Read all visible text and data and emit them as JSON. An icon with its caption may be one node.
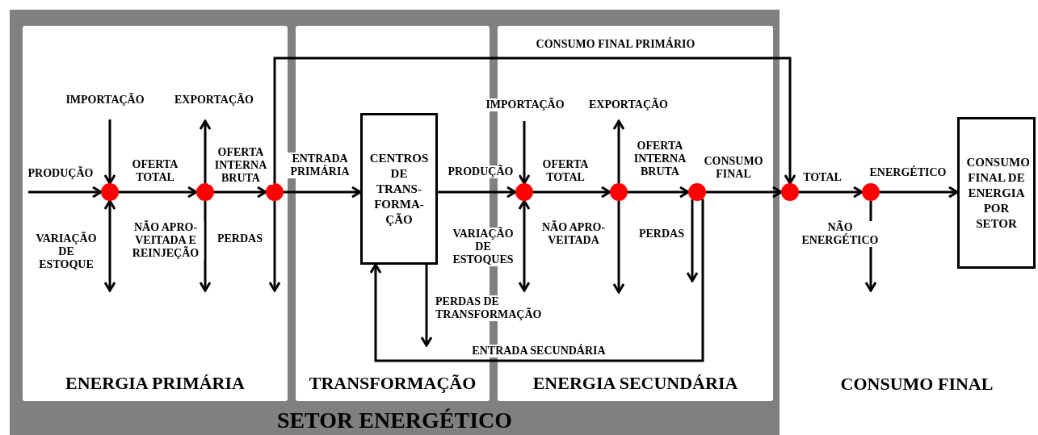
{
  "diagram": {
    "nodes": [
      {
        "text": [
          "SETOR ENERGÉTICO"
        ]
      },
      {
        "text": [
          "ENERGIA PRIMÁRIA"
        ],
        "in": 0
      },
      {
        "text": [
          "TRANSFORMAÇÃO"
        ],
        "in": 0
      },
      {
        "text": [
          "ENERGIA SECUNDÁRIA"
        ],
        "in": 0
      },
      {
        "text": [],
        "shape": "circle",
        "in": 1
      },
      {
        "text": [],
        "shape": "circle",
        "in": 1
      },
      {
        "text": [],
        "shape": "circle",
        "in": 1
      },
      {
        "text": [
          "CENTROS DE TRANS- FORMA- ÇÃO"
        ],
        "in": 2
      },
      {
        "text": [],
        "shape": "circle",
        "in": 3
      },
      {
        "text": [],
        "shape": "circle",
        "in": 3
      },
      {
        "text": [],
        "shape": "circle",
        "in": 3
      },
      {
        "text": [],
        "shape": "circle"
      },
      {
        "text": [],
        "shape": "circle"
      },
      {
        "text": [
          "CONSUMO FINAL DE ENERGIA POR SETOR"
        ]
      }
    ],
    "edges": [
      {
        "from": null,
        "to": 4,
        "arrow": "to",
        "label": "PRODUÇÃO"
      },
      {
        "from": null,
        "to": 4,
        "arrow": "to",
        "label": "IMPORTAÇÃO"
      },
      {
        "from": 4,
        "to": null,
        "arrow": "both",
        "label": "VARIAÇÃO DE ESTOQUE"
      },
      {
        "from": 4,
        "to": 5,
        "arrow": "to",
        "label": "OFERTA TOTAL"
      },
      {
        "from": 5,
        "to": null,
        "arrow": "to",
        "label": "EXPORTAÇÃO"
      },
      {
        "from": 5,
        "to": null,
        "arrow": "to",
        "label": "NÃO APRO- VEITADA E REINJEÇÃO"
      },
      {
        "from": 5,
        "to": 6,
        "arrow": "to",
        "label": "OFERTA INTERNA BRUTA"
      },
      {
        "from": 6,
        "to": null,
        "arrow": "to",
        "label": "PERDAS"
      },
      {
        "from": 6,
        "to": 7,
        "arrow": "to",
        "label": "ENTRADA PRIMÁRIA"
      },
      {
        "from": 6,
        "to": 11,
        "arrow": "to",
        "label": "CONSUMO FINAL PRIMÁRIO"
      },
      {
        "from": 7,
        "to": 8,
        "arrow": "to",
        "label": "PRODUÇÃO"
      },
      {
        "from": null,
        "to": 8,
        "arrow": "to",
        "label": "IMPORTAÇÃO"
      },
      {
        "from": 8,
        "to": null,
        "arrow": "both",
        "label": "VARIAÇÃO DE ESTOQUES"
      },
      {
        "from": 7,
        "to": null,
        "arrow": "to",
        "label": "PERDAS DE TRANSFORMAÇÃO"
      },
      {
        "from": 8,
        "to": 9,
        "arrow": "to",
        "label": "OFERTA TOTAL"
      },
      {
        "from": 9,
        "to": null,
        "arrow": "to",
        "label": "EXPORTAÇÃO"
      },
      {
        "from": 9,
        "to": null,
        "arrow": "to",
        "label": "NÃO APRO- VEITADA"
      },
      {
        "from": 9,
        "to": 10,
        "arrow": "to",
        "label": "OFERTA INTERNA BRUTA"
      },
      {
        "from": 10,
        "to": null,
        "arrow": "to",
        "label": "PERDAS"
      },
      {
        "from": 10,
        "to": 11,
        "arrow": "to",
        "label": "CONSUMO FINAL"
      },
      {
        "from": 10,
        "to": 7,
        "arrow": "to",
        "label": "ENTRADA SECUNDÁRIA"
      },
      {
        "from": 11,
        "to": 12,
        "arrow": "to",
        "label": "TOTAL"
      },
      {
        "from": 12,
        "to": 13,
        "arrow": "to",
        "label": "ENERGÉTICO"
      },
      {
        "from": 12,
        "to": null,
        "arrow": "to",
        "label": "NÃO ENERGÉTICO"
      }
    ],
    "labels": [
      "CONSUMO FINAL"
    ]
  }
}
